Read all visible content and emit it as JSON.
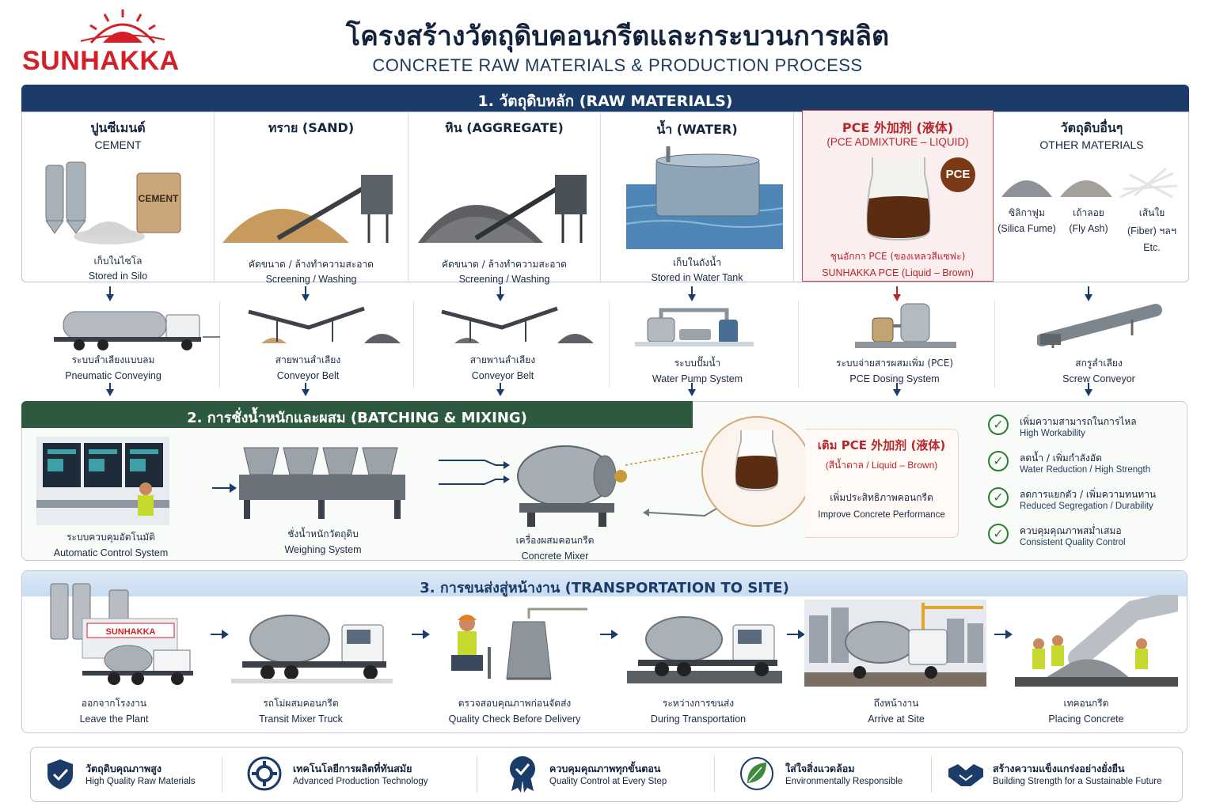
{
  "header": {
    "brand": "SUNHAKKA",
    "title_th": "โครงสร้างวัตถุดิบคอนกรีตและกระบวนการผลิต",
    "title_en": "CONCRETE RAW MATERIALS & PRODUCTION PROCESS",
    "brand_color": "#d32028"
  },
  "section1": {
    "title": "1. วัตถุดิบหลัก (RAW MATERIALS)",
    "materials": [
      {
        "name_th": "ปูนซีเมนต์",
        "name_en": "CEMENT",
        "cap_th": "เก็บในไซโล",
        "cap_en": "Stored in Silo",
        "bag_label": "CEMENT"
      },
      {
        "name_th": "ทราย (SAND)",
        "cap_th": "คัดขนาด / ล้างทำความสะอาด",
        "cap_en": "Screening / Washing"
      },
      {
        "name_th": "หิน (AGGREGATE)",
        "cap_th": "คัดขนาด / ล้างทำความสะอาด",
        "cap_en": "Screening / Washing"
      },
      {
        "name_th": "น้ำ (WATER)",
        "cap_th": "เก็บในถังน้ำ",
        "cap_en": "Stored in Water Tank"
      },
      {
        "name_th": "PCE 外加剂 (液体)",
        "name_en": "(PCE ADMIXTURE – LIQUID)",
        "cap_th": "ชุนอักกา PCE (ของเหลวสีแซฟะ)",
        "cap_en": "SUNHAKKA PCE (Liquid – Brown)",
        "badge": "PCE"
      },
      {
        "name_th": "วัตถุดิบอื่นๆ",
        "name_en": "OTHER MATERIALS",
        "others": [
          {
            "th": "ซิลิกาฟูม",
            "en": "(Silica Fume)"
          },
          {
            "th": "เถ้าลอย",
            "en": "(Fly Ash)"
          },
          {
            "th": "เส้นใย",
            "en": "(Fiber) ฯลฯ"
          }
        ],
        "etc": "Etc."
      }
    ],
    "conveyors": [
      {
        "th": "ระบบลำเลียงแบบลม",
        "en": "Pneumatic Conveying"
      },
      {
        "th": "สายพานลำเลียง",
        "en": "Conveyor Belt"
      },
      {
        "th": "สายพานลำเลียง",
        "en": "Conveyor Belt"
      },
      {
        "th": "ระบบปั๊มน้ำ",
        "en": "Water Pump System"
      },
      {
        "th": "ระบบจ่ายสารผสมเพิ่ม (PCE)",
        "en": "PCE Dosing System"
      },
      {
        "th": "สกรูลำเลียง",
        "en": "Screw Conveyor"
      }
    ]
  },
  "section2": {
    "title": "2. การชั่งน้ำหนักและผสม (BATCHING & MIXING)",
    "steps": [
      {
        "th": "ระบบควบคุมอัตโนมัติ",
        "en": "Automatic Control System"
      },
      {
        "th": "ชั่งน้ำหนักวัตถุดิบ",
        "en": "Weighing System"
      },
      {
        "th": "เครื่องผสมคอนกรีต",
        "en": "Concrete Mixer"
      }
    ],
    "pce_box": {
      "title": "เติม PCE 外加剂 (液体)",
      "sub": "(สีน้ำตาล / Liquid – Brown)",
      "th": "เพิ่มประสิทธิภาพคอนกรีต",
      "en": "Improve Concrete Performance"
    },
    "benefits": [
      {
        "th": "เพิ่มความสามารถในการไหล",
        "en": "High Workability"
      },
      {
        "th": "ลดน้ำ / เพิ่มกำลังอัด",
        "en": "Water Reduction / High Strength"
      },
      {
        "th": "ลดการแยกตัว / เพิ่มความทนทาน",
        "en": "Reduced Segregation / Durability"
      },
      {
        "th": "ควบคุมคุณภาพสม่ำเสมอ",
        "en": "Consistent Quality Control"
      }
    ]
  },
  "section3": {
    "title": "3. การขนส่งสู่หน้างาน (TRANSPORTATION TO SITE)",
    "plant_sign": "SUNHAKKA",
    "steps": [
      {
        "th": "ออกจากโรงงาน",
        "en": "Leave the Plant"
      },
      {
        "th": "รถโม่ผสมคอนกรีต",
        "en": "Transit Mixer Truck"
      },
      {
        "th": "ตรวจสอบคุณภาพก่อนจัดส่ง",
        "en": "Quality Check Before Delivery"
      },
      {
        "th": "ระหว่างการขนส่ง",
        "en": "During Transportation"
      },
      {
        "th": "ถึงหน้างาน",
        "en": "Arrive at Site"
      },
      {
        "th": "เทคอนกรีต",
        "en": "Placing Concrete"
      }
    ]
  },
  "footer": [
    {
      "th": "วัตถุดิบคุณภาพสูง",
      "en": "High Quality Raw Materials",
      "icon": "shield-check-icon"
    },
    {
      "th": "เทคโนโลยีการผลิตที่ทันสมัย",
      "en": "Advanced Production Technology",
      "icon": "gear-icon"
    },
    {
      "th": "ควบคุมคุณภาพทุกขั้นตอน",
      "en": "Quality Control at Every Step",
      "icon": "medal-icon"
    },
    {
      "th": "ใส่ใจสิ่งแวดล้อม",
      "en": "Environmentally Responsible",
      "icon": "leaf-icon"
    },
    {
      "th": "สร้างความแข็งแกร่งอย่างยั่งยืน",
      "en": "Building Strength for a Sustainable Future",
      "icon": "handshake-icon"
    }
  ]
}
